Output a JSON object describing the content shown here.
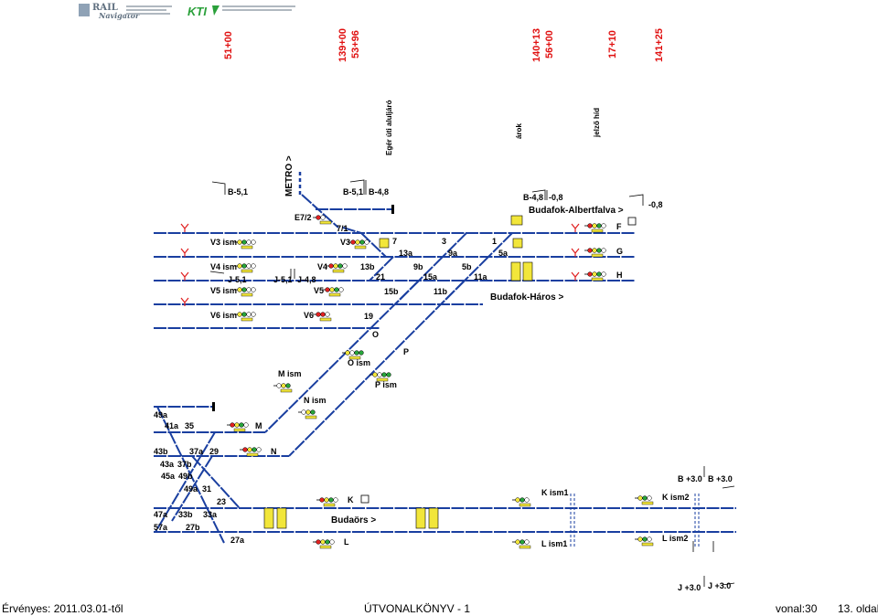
{
  "header": {
    "logo_rail": "RAIL",
    "logo_rail_sub": "Navigator",
    "logo_kti": "KTI"
  },
  "km_posts": [
    {
      "id": "km1",
      "text": "51+00"
    },
    {
      "id": "km2",
      "text": "139+00"
    },
    {
      "id": "km3",
      "text": "53+96"
    },
    {
      "id": "km4",
      "text": "140+13"
    },
    {
      "id": "km5",
      "text": "56+00"
    },
    {
      "id": "km6",
      "text": "17+10"
    },
    {
      "id": "km7",
      "text": "141+25"
    }
  ],
  "structures": {
    "underpass": "Egér úti aluljáró",
    "ditch": "árok",
    "signal_bridge": "jelző híd",
    "metro": "METRO >"
  },
  "directions": {
    "albertfalva": "Budafok-Albertfalva >",
    "haros": "Budafok-Háros >",
    "budaors": "Budaörs >"
  },
  "signal_names": {
    "v3_ism": "V3 ism",
    "v4_ism": "V4 ism",
    "v5_ism": "V5 ism",
    "v6_ism": "V6 ism",
    "v3": "V3",
    "v4": "V4",
    "v5": "V5",
    "v6": "V6",
    "f": "F",
    "g": "G",
    "h": "H",
    "m_ism": "M ism",
    "n_ism": "N ism",
    "o_ism": "O ism",
    "p_ism": "P ism",
    "m": "M",
    "n": "N",
    "o": "O",
    "p": "P",
    "k": "K",
    "l": "L",
    "k_ism1": "K ism1",
    "k_ism2": "K ism2",
    "l_ism1": "L ism1",
    "l_ism2": "L ism2",
    "e72": "E7/2"
  },
  "switch_labels": {
    "s7_1": "7/1",
    "s7": "7",
    "s3": "3",
    "s1": "1",
    "s13a": "13a",
    "s9a": "9a",
    "s5a": "5a",
    "s13b": "13b",
    "s9b": "9b",
    "s5b": "5b",
    "s21": "21",
    "s15a": "15a",
    "s11a": "11a",
    "s15b": "15b",
    "s11b": "11b",
    "s19": "19",
    "s49a": "49a",
    "s41a": "41a",
    "s35": "35",
    "s43b": "43b",
    "s37a": "37a",
    "s29": "29",
    "s43a": "43a",
    "s37b": "37b",
    "s45a": "45a",
    "s49b": "49b",
    "s49a2": "49a",
    "s31": "31",
    "s23": "23",
    "s47a": "47a",
    "s33b": "33b",
    "s33a": "33a",
    "s57a": "57a",
    "s27b": "27b",
    "s27a": "27a"
  },
  "boards": {
    "b51": "B-5,1",
    "b51b": "B-5,1",
    "b48": "B-4,8",
    "b48b": "B-4,8",
    "m08": "-0,8",
    "m08b": "-0,8",
    "j51": "J-5,1",
    "j51b": "J-5,1",
    "j48": "J-4,8",
    "b30": "B +3.0",
    "b30b": "B +3.0",
    "j30": "J +3.0",
    "j30b": "J +3.0"
  },
  "footer": {
    "valid": "Érvényes: 2011.03.01-től",
    "book": "ÚTVONALKÖNYV  -  1",
    "line": "vonal:30",
    "page": "13. oldal"
  },
  "colors": {
    "track": "#1a3fa0",
    "km_text": "#e01010",
    "signal_red": "#e02020",
    "signal_yellow": "#f2e63a",
    "signal_green": "#27a33a"
  }
}
